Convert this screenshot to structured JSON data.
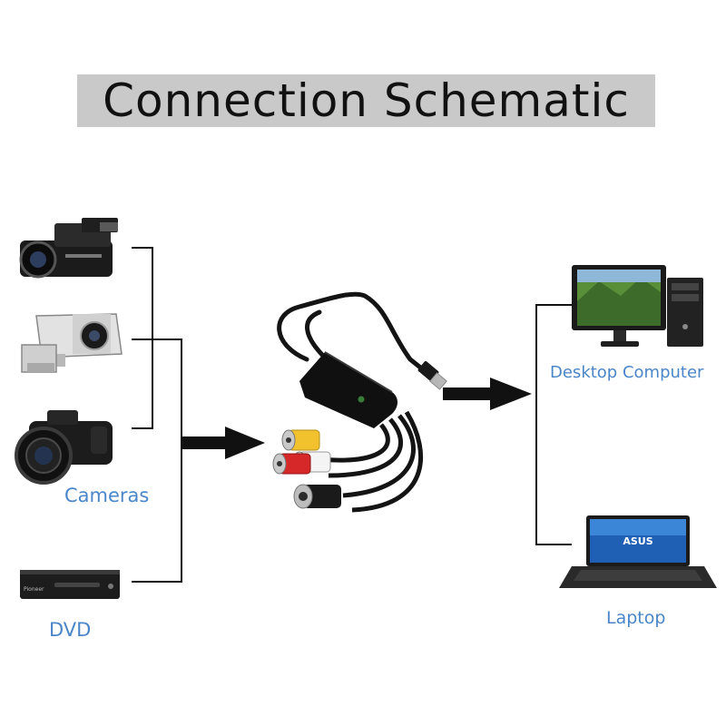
{
  "title": "Connection Schematic",
  "labels": {
    "cameras": "Cameras",
    "dvd": "DVD",
    "desktop": "Desktop Computer",
    "laptop": "Laptop"
  },
  "brands": {
    "dvd_player": "Pioneer",
    "laptop": "ASUS"
  },
  "colors": {
    "label": "#4a86c8",
    "title_bg": "#c9c9c9",
    "line": "#111111",
    "rca_yellow": "#f2c12e",
    "rca_red": "#d62828",
    "rca_white": "#f4f4f4"
  }
}
